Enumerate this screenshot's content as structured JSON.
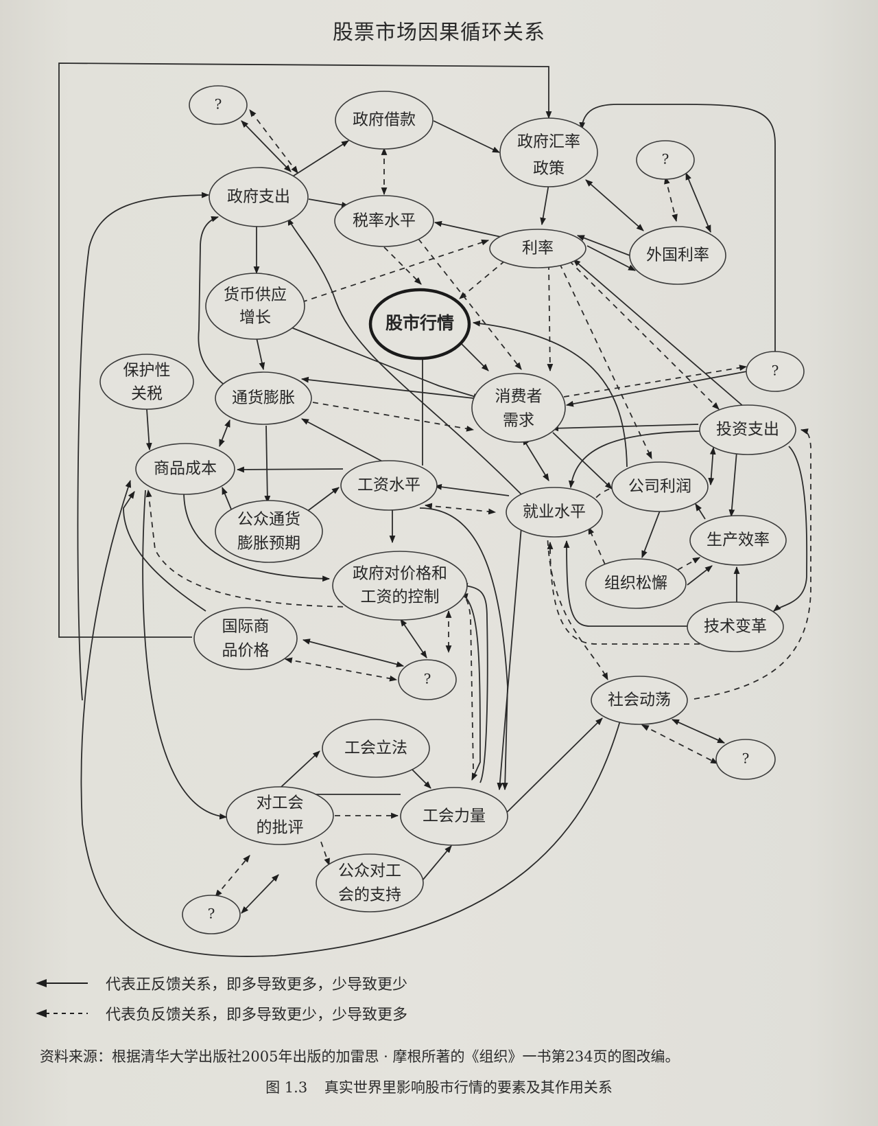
{
  "title": "股票市场因果循环关系",
  "nodes": {
    "q_top_left": "?",
    "gov_borrowing": "政府借款",
    "fx_policy_1": "政府汇率",
    "fx_policy_2": "政策",
    "q_top_right": "?",
    "gov_spending": "政府支出",
    "tax_rate": "税率水平",
    "interest_rate": "利率",
    "foreign_rate": "外国利率",
    "money_supply_1": "货币供应",
    "money_supply_2": "增长",
    "stock_market": "股市行情",
    "protective_1": "保护性",
    "protective_2": "关税",
    "inflation": "通货膨胀",
    "consumer_1": "消费者",
    "consumer_2": "需求",
    "q_right": "?",
    "investment": "投资支出",
    "goods_cost": "商品成本",
    "wage_level": "工资水平",
    "employment": "就业水平",
    "corp_profit": "公司利润",
    "inflation_exp_1": "公众通货",
    "inflation_exp_2": "膨胀预期",
    "productivity": "生产效率",
    "price_control_1": "政府对价格和",
    "price_control_2": "工资的控制",
    "org_slack": "组织松懈",
    "intl_price_1": "国际商",
    "intl_price_2": "品价格",
    "tech_change": "技术变革",
    "q_mid": "?",
    "social_unrest": "社会动荡",
    "union_law": "工会立法",
    "q_right_low": "?",
    "union_criticism_1": "对工会",
    "union_criticism_2": "的批评",
    "union_power": "工会力量",
    "public_support_1": "公众对工",
    "public_support_2": "会的支持",
    "q_bottom": "?"
  },
  "legend": {
    "positive": "代表正反馈关系，即多导致更多，少导致更少",
    "negative": "代表负反馈关系，即多导致更少，少导致更多"
  },
  "source": "资料来源：根据清华大学出版社2005年出版的加雷思 · 摩根所著的《组织》一书第234页的图改编。",
  "caption": {
    "figure_number": "图 1.3",
    "text": "真实世界里影响股市行情的要素及其作用关系"
  },
  "colors": {
    "background": "#e4e3dd",
    "ink": "#2b2b2b"
  }
}
